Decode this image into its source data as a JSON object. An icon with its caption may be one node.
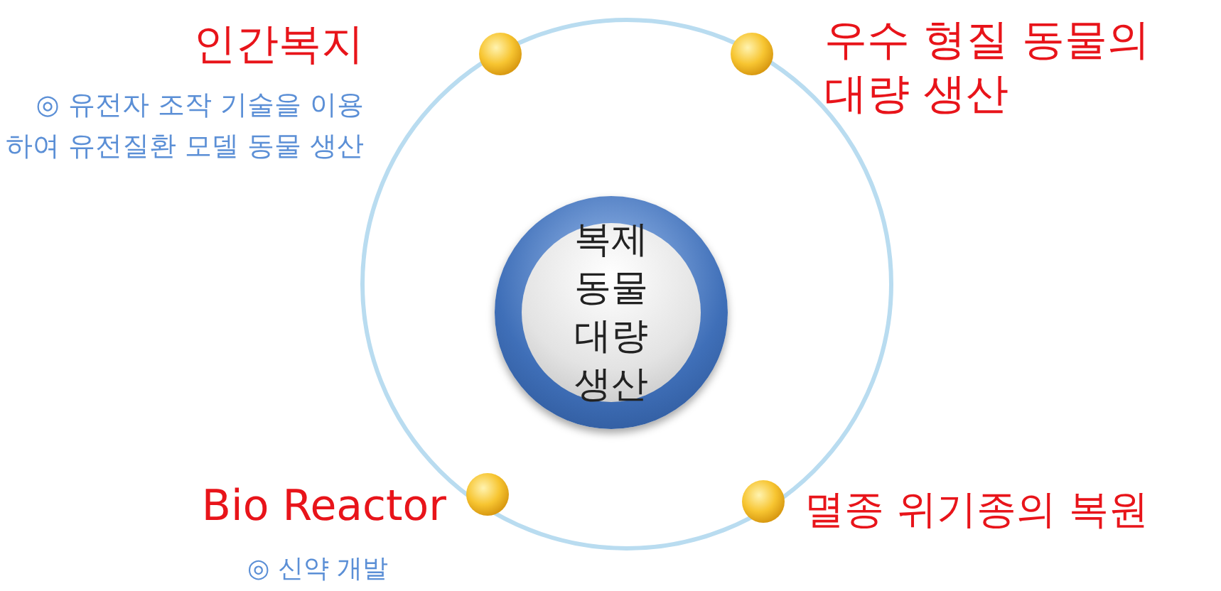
{
  "diagram": {
    "nodes": [
      {
        "text": [
          "복제 동물 대량 생산"
        ]
      },
      {
        "text": [
          "인간복지",
          "◎ 유전자 조작 기술을 이용 하여 유전질환 모델 동물 생산"
        ]
      },
      {
        "text": [
          "우수 형질 동물의 대량 생산"
        ]
      },
      {
        "text": [
          "Bio Reactor",
          "◎ 신약 개발"
        ]
      },
      {
        "text": [
          "멸종 위기종의 복원"
        ]
      }
    ]
  }
}
